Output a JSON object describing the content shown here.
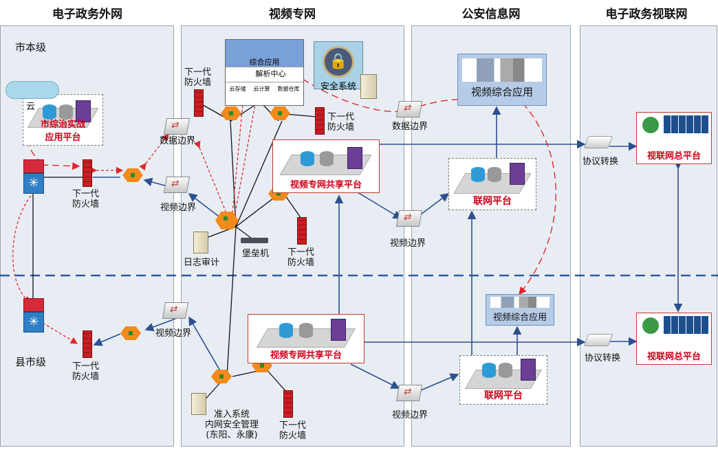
{
  "zones": [
    {
      "title": "电子政务外网"
    },
    {
      "title": "视频专网"
    },
    {
      "title": "公安信息网"
    },
    {
      "title": "电子政务视联网"
    }
  ],
  "levels": {
    "city": "市本级",
    "county": "县市级"
  },
  "labels": {
    "firewall": "下一代\n防火墙",
    "firewall_l1": "下一代",
    "firewall_l2": "防火墙",
    "data_border": "数据边界",
    "video_border": "视频边界",
    "log_audit": "日志审计",
    "bastion": "堡垒机",
    "security_system": "安全系统",
    "protocol_convert": "协议转换",
    "cloud": "云",
    "access_l1": "准入系统",
    "access_l2": "内网安全管理",
    "access_l3": "(东阳、永康)"
  },
  "cloud_center": {
    "app": "综合应用",
    "parse": "解析中心",
    "storage": "云存储",
    "compute": "云计算",
    "warehouse": "数据仓库"
  },
  "platforms": {
    "city_combat": "市综治实战\n应用平台",
    "city_combat_l1": "市综治实战",
    "city_combat_l2": "应用平台",
    "video_share": "视频专网共享平台",
    "network_platform": "联网平台",
    "video_app": "视频综合应用",
    "vlink_total": "视联网总平台"
  },
  "colors": {
    "zone_bg": "#e8edf4",
    "link_blue": "#2c4f8f",
    "dash_red": "#e0262b",
    "platform_red": "#d0021b"
  }
}
